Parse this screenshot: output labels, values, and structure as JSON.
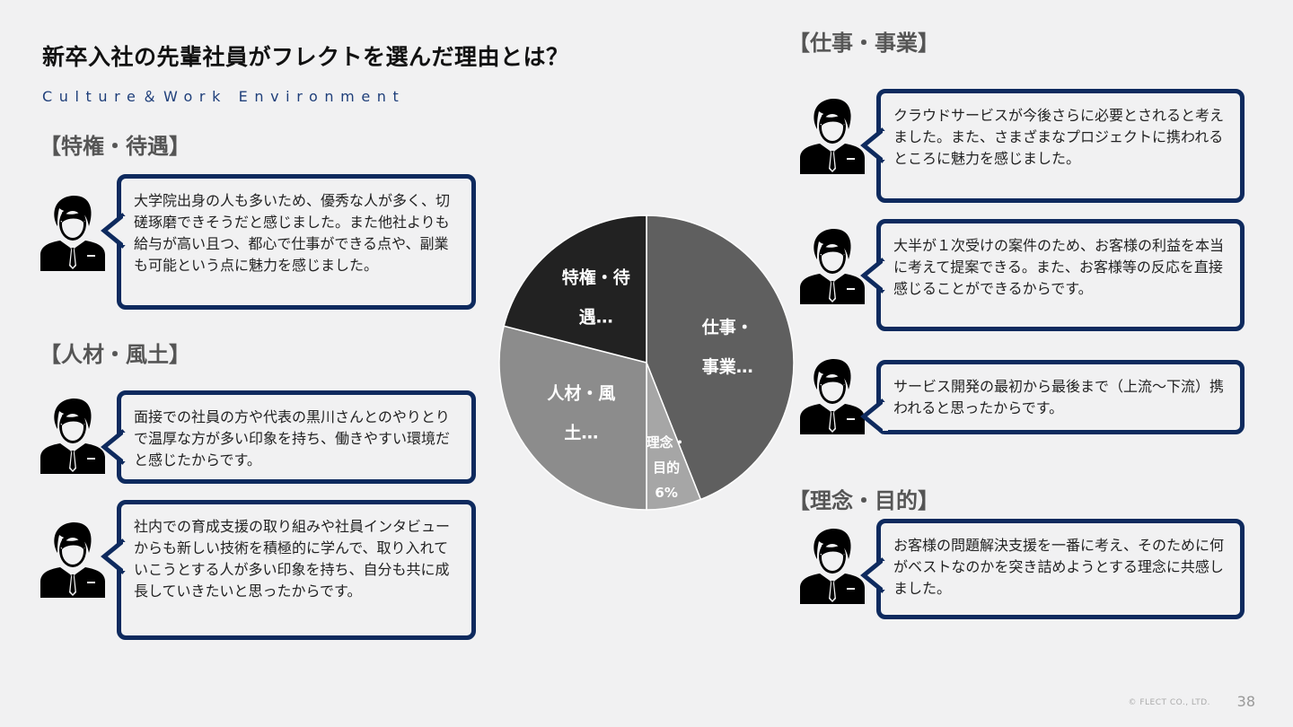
{
  "page": {
    "title": "新卒入社の先輩社員がフレクトを選んだ理由とは？",
    "subtitle": "Culture＆Work Environment",
    "copyright": "© FLECT CO., LTD.",
    "page_number": "38"
  },
  "sections": {
    "perks": {
      "heading": "【特権・待遇】",
      "comments": [
        "大学院出身の人も多いため、優秀な人が多く、切磋琢磨できそうだと感じました。また他社よりも給与が高い且つ、都心で仕事ができる点や、副業も可能という点に魅力を感じました。"
      ]
    },
    "people": {
      "heading": "【人材・風土】",
      "comments": [
        "面接での社員の方や代表の黒川さんとのやりとりで温厚な方が多い印象を持ち、働きやすい環境だと感じたからです。",
        "社内での育成支援の取り組みや社員インタビューからも新しい技術を積極的に学んで、取り入れていこうとする人が多い印象を持ち、自分も共に成長していきたいと思ったからです。"
      ]
    },
    "work": {
      "heading": "【仕事・事業】",
      "comments": [
        "クラウドサービスが今後さらに必要とされると考えました。また、さまざまなプロジェクトに携われるところに魅力を感じました。",
        "大半が１次受けの案件のため、お客様の利益を本当に考えて提案できる。また、お客様等の反応を直接感じることができるからです。",
        "サービス開発の最初から最後まで（上流〜下流）携われると思ったからです。"
      ]
    },
    "philosophy": {
      "heading": "【理念・目的】",
      "comments": [
        "お客様の問題解決支援を一番に考え、そのために何がベストなのかを突き詰めようとする理念に共感しました。"
      ]
    }
  },
  "chart_data": {
    "type": "pie",
    "start": "top",
    "direction": "clockwise",
    "slices": [
      {
        "label_lines": [
          "仕事・",
          "事業…"
        ],
        "value": 44,
        "color": "#5f5f5f"
      },
      {
        "label_lines": [
          "理念・",
          "目的",
          "6%"
        ],
        "value": 6,
        "color": "#a6a6a6"
      },
      {
        "label_lines": [
          "人材・風",
          "土…"
        ],
        "value": 29,
        "color": "#8c8c8c"
      },
      {
        "label_lines": [
          "特権・待",
          "遇…"
        ],
        "value": 21,
        "color": "#222222"
      }
    ]
  },
  "colors": {
    "bubble_border": "#0e2a5e",
    "subtitle": "#1f3f7a",
    "heading": "#555555"
  }
}
